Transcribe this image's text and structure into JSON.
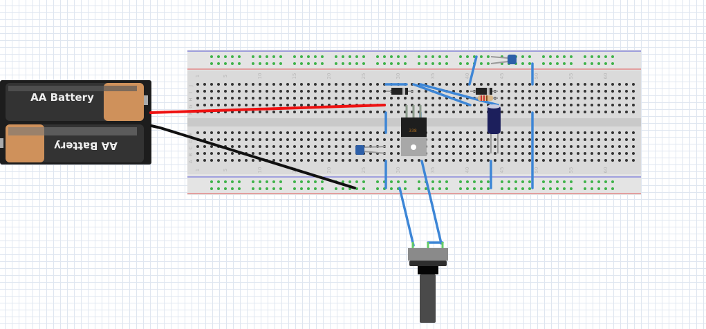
{
  "view": "breadboard",
  "battery_pack": {
    "cells": [
      {
        "label": "AA Battery"
      },
      {
        "label": "AA Battery"
      }
    ]
  },
  "breadboard": {
    "column_labels": [
      "1",
      "5",
      "10",
      "15",
      "20",
      "25",
      "30",
      "35",
      "40",
      "45",
      "50",
      "55",
      "60"
    ],
    "top_row_letters": [
      "J",
      "I",
      "H",
      "G",
      "F"
    ],
    "bottom_row_letters": [
      "E",
      "D",
      "C",
      "B",
      "A"
    ]
  },
  "regulator": {
    "label": "338"
  },
  "colors": {
    "wire_blue": "#3d86d6",
    "wire_red": "#ee1111",
    "wire_black": "#111111",
    "rail_blue": "#5b5bd6",
    "rail_red": "#e05a5a",
    "connected_hole": "#3fb24a",
    "battery_copper": "#cf915b",
    "breadboard": "#dcdcdc"
  }
}
